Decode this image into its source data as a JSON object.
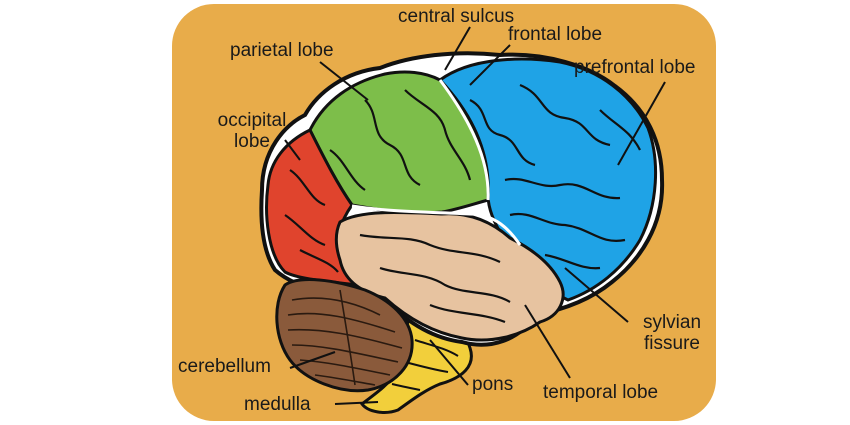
{
  "colors": {
    "background_panel": "#e8ac4a",
    "frontal_prefrontal": "#1fa3e6",
    "parietal": "#7dbe4a",
    "occipital": "#e0442d",
    "temporal": "#e7c3a0",
    "cerebellum": "#8a5a3b",
    "brainstem": "#f2cf3b",
    "outline": "#111111"
  },
  "labels": {
    "central_sulcus": "central sulcus",
    "frontal_lobe": "frontal lobe",
    "parietal_lobe": "parietal lobe",
    "prefrontal_lobe": "prefrontal lobe",
    "occipital_line1": "occipital",
    "occipital_line2": "lobe",
    "sylvian_line1": "sylvian",
    "sylvian_line2": "fissure",
    "cerebellum": "cerebellum",
    "pons": "pons",
    "temporal_lobe": "temporal lobe",
    "medulla": "medulla"
  }
}
